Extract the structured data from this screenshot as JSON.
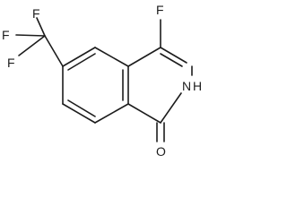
{
  "molecule": {
    "atoms": {
      "F1": "F",
      "F2": "F",
      "F3": "F",
      "F4": "F",
      "NH": "N",
      "H": "H",
      "O": "O"
    }
  }
}
